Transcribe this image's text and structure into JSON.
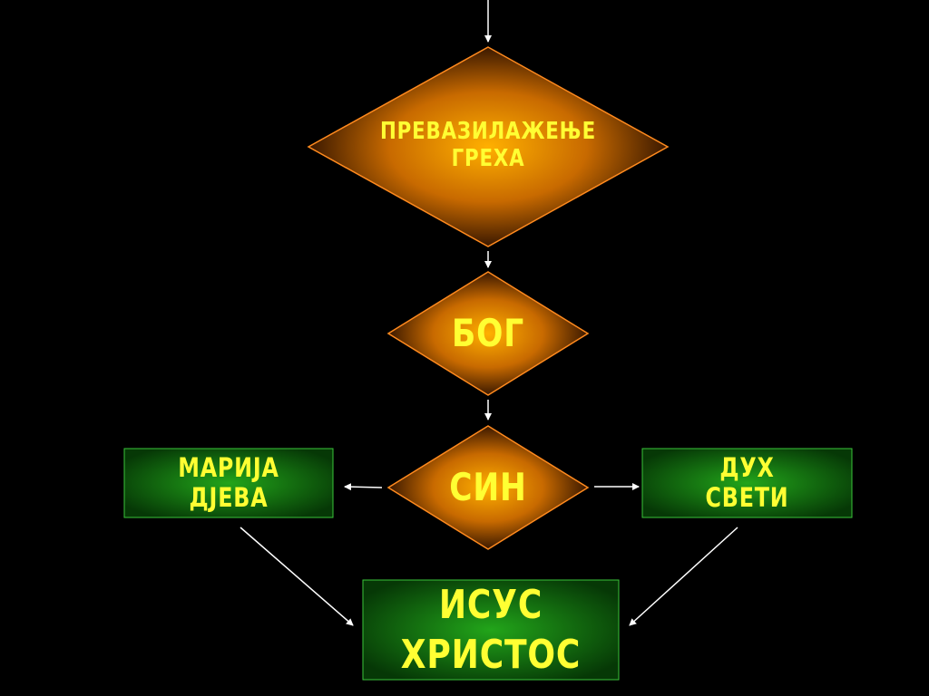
{
  "nodes": {
    "overcoming_sin": {
      "line1": "ПРЕВАЗИЛАЖЕЊЕ",
      "line2": "ГРЕХА"
    },
    "god": {
      "label": "БОГ"
    },
    "son": {
      "label": "СИН"
    },
    "mary": {
      "line1": "МАРИЈА",
      "line2": "ДЈЕВА"
    },
    "holy_spirit": {
      "line1": "ДУХ",
      "line2": "СВЕТИ"
    },
    "jesus_christ": {
      "line1": "ИСУС",
      "line2": "ХРИСТОС"
    }
  },
  "colors": {
    "background": "#000000",
    "text": "#ffff33",
    "diamond_center": "#ffb000",
    "diamond_edge": "#3a1800",
    "diamond_outline": "#ff8a1e",
    "box_center": "#22a51a",
    "box_edge": "#063806",
    "box_outline": "#3ac43a",
    "arrow": "#ffffff"
  },
  "edges": [
    {
      "from": "top",
      "to": "overcoming_sin"
    },
    {
      "from": "overcoming_sin",
      "to": "god"
    },
    {
      "from": "god",
      "to": "son"
    },
    {
      "from": "son",
      "to": "mary"
    },
    {
      "from": "son",
      "to": "holy_spirit"
    },
    {
      "from": "mary",
      "to": "jesus_christ"
    },
    {
      "from": "holy_spirit",
      "to": "jesus_christ"
    }
  ]
}
